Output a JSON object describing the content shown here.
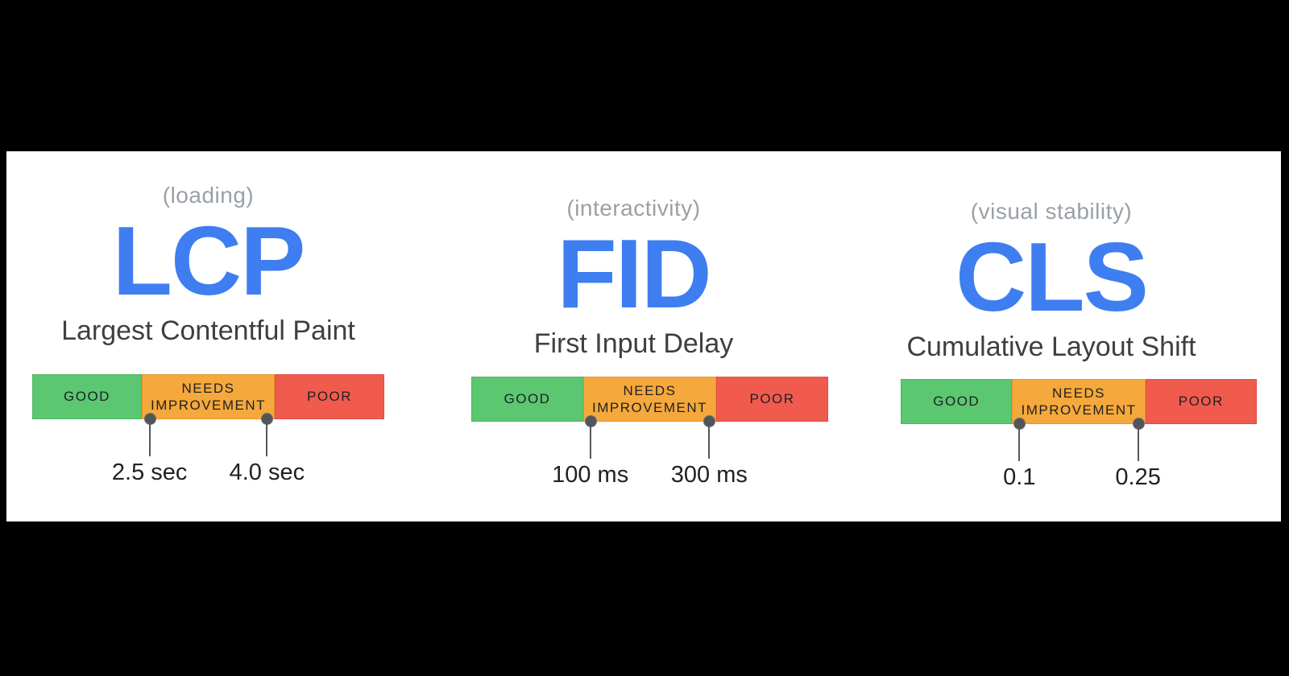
{
  "page": {
    "background": "#000000",
    "surface_background": "#FFFFFF"
  },
  "palette": {
    "abbr_blue": "#3E7EF0",
    "category_gray": "#9AA0A6",
    "name_dark_gray": "#3C4043",
    "good_green": "#5BC771",
    "needs_improvement_orange": "#F5A83B",
    "poor_red": "#F05B4E",
    "marker_gray": "#50555A",
    "threshold_text": "#202124"
  },
  "metrics": [
    {
      "category": "(loading)",
      "abbr": "LCP",
      "name": "Largest Contentful Paint",
      "segments": {
        "good": "GOOD",
        "needs_improvement": "NEEDS IMPROVEMENT",
        "poor": "POOR"
      },
      "thresholds": {
        "good_max": "2.5 sec",
        "poor_min": "4.0 sec"
      }
    },
    {
      "category": "(interactivity)",
      "abbr": "FID",
      "name": "First Input Delay",
      "segments": {
        "good": "GOOD",
        "needs_improvement": "NEEDS IMPROVEMENT",
        "poor": "POOR"
      },
      "thresholds": {
        "good_max": "100 ms",
        "poor_min": "300 ms"
      }
    },
    {
      "category": "(visual stability)",
      "abbr": "CLS",
      "name": "Cumulative Layout Shift",
      "segments": {
        "good": "GOOD",
        "needs_improvement": "NEEDS IMPROVEMENT",
        "poor": "POOR"
      },
      "thresholds": {
        "good_max": "0.1",
        "poor_min": "0.25"
      }
    }
  ]
}
